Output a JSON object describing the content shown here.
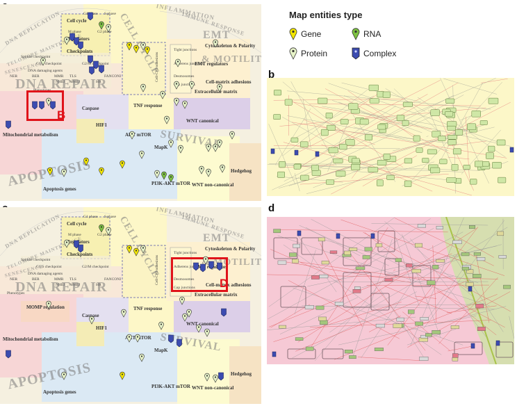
{
  "panels": {
    "a": "a",
    "b": "b",
    "c": "c",
    "d": "d"
  },
  "legend": {
    "title": "Map entities type",
    "items": [
      {
        "label": "Gene",
        "icon": "gene-pin-icon",
        "color": "#f2e600"
      },
      {
        "label": "RNA",
        "icon": "rna-pin-icon",
        "color": "#7dc242"
      },
      {
        "label": "Protein",
        "icon": "protein-pin-icon",
        "color": "#e6f2c8"
      },
      {
        "label": "Complex",
        "icon": "complex-pin-icon",
        "color": "#3c4cb0"
      }
    ]
  },
  "map_a": {
    "highlight_tag": "B",
    "labels": {
      "cell_cycle": "Cell cycle",
      "regulators": "Regulators",
      "checkpoints": "Checkpoints",
      "g1_phase": "G1 phase",
      "s_phase": "S phase",
      "m_phase": "M phase",
      "g2_phase": "G2 phase",
      "spindle": "Spindle checkpoint",
      "g1s": "G1/S checkpoint",
      "g2m": "G2/M checkpoint",
      "dna_damaging": "DNA damaging agents",
      "ner": "NER",
      "ber": "BER",
      "mmr": "MMR",
      "tls": "TLS",
      "fanconi": "FANCONI",
      "hr": "HR",
      "nhej": "NHEJ",
      "mmej": "MMEJ",
      "phenotypes": "Phenotypes",
      "tight": "Tight junctions",
      "adherens": "Adherens junctions",
      "desmosomes": "Desmosomes",
      "gap": "Gap junctions",
      "cell_cell": "Cell-Cell adhesions",
      "emt_reg": "EMT regulators",
      "cytoskeleton": "Cytoskeleton & Polarity",
      "cell_matrix": "Cell-matrix adhesions",
      "ecm": "Extracellular matrix",
      "caspase": "Caspase",
      "tnf": "TNF response",
      "hif1": "HIF1",
      "wnt_canonical": "WNT canonical",
      "mito": "Mitochondrial metabolism",
      "akt": "AKT mTOR",
      "mapk": "MapK",
      "pi3k": "PI3K-AKT mTOR",
      "wnt_non": "WNT non-canonical",
      "hedgehog": "Hedgehog",
      "apoptosis_genes": "Apoptosis genes",
      "big_dna_repair": "DNA REPAIR",
      "big_apoptosis": "APOPTOSIS",
      "big_survival": "SURVIVAL",
      "big_emt": "EMT",
      "big_motility": "& MOTILITY",
      "big_inflammation": "INFLAMMATION",
      "big_immune": "IMMUNE RESPONSE",
      "big_cellcycle": "CELL CYCLE",
      "big_dna_repl": "DNA REPLICATION",
      "big_telomere": "TELOMERE MAINTENANCE",
      "big_senescence": "SENESCENCE"
    }
  },
  "map_c": {
    "highlight_tag": "D",
    "labels": {
      "momp": "MOMP regulation"
    }
  }
}
